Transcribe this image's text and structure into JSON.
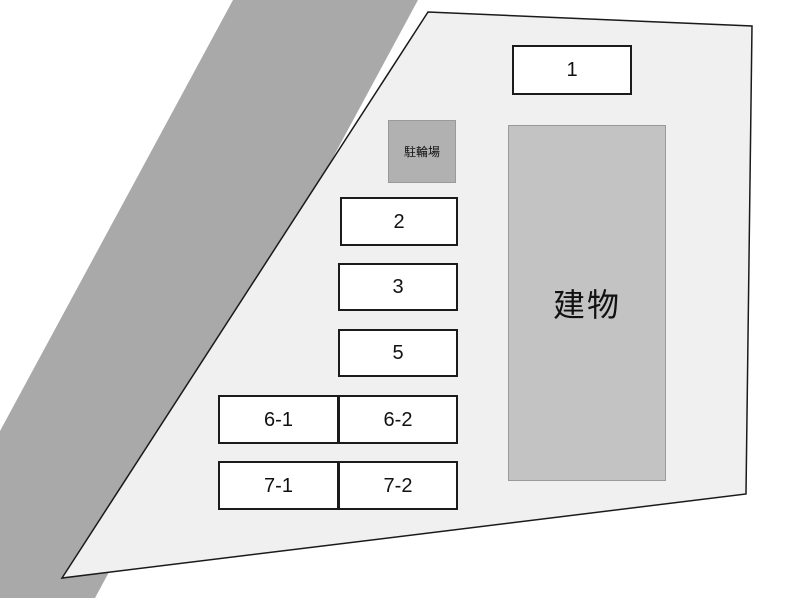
{
  "diagram": {
    "building_label": "建物",
    "bike_parking_label": "駐輪場",
    "spaces": [
      {
        "label": "1"
      },
      {
        "label": "2"
      },
      {
        "label": "3"
      },
      {
        "label": "5"
      },
      {
        "label": "6-1"
      },
      {
        "label": "6-2"
      },
      {
        "label": "7-1"
      },
      {
        "label": "7-2"
      }
    ]
  },
  "colors": {
    "road": "#a9a9a9",
    "lot_fill": "#f0f0f0",
    "lot_stroke": "#1a1a1a",
    "building_fill": "#c3c3c3",
    "bike_parking_fill": "#b1b1b1",
    "space_fill": "#ffffff",
    "space_border": "#1b1b1b"
  }
}
